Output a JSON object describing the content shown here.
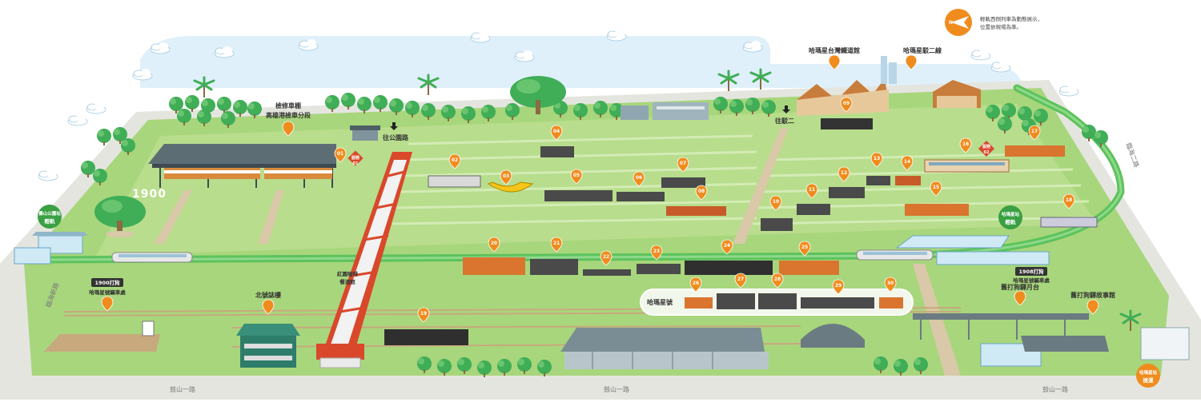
{
  "legend": {
    "compass": "N",
    "note_line1": "輕軌西側列車為動態展示，",
    "note_line2": "位置依現場為準。"
  },
  "landmarks": {
    "workshop": "檢修車棚",
    "workshop_sub": "高雄港檢車分段",
    "to_park_road": "往公園路",
    "to_pier2": "往駁二",
    "museum": "哈瑪星台灣鐵道館",
    "pier2_line": "哈瑪星駁二線",
    "year_1900": "1900",
    "north_tower": "北號誌樓",
    "cafe_line1": "紅圓咖啡",
    "cafe_line2": "餐酒館",
    "hamasen_train": "哈瑪星號",
    "hall_1900_tag": "1900打狗",
    "hall_1900": "哈瑪星號驅車處",
    "hall_1908_tag": "1908打狗",
    "hall_1908": "哈瑪星號驅車處",
    "platform": "舊打狗驛月台",
    "story_hall": "舊打狗驛故事館"
  },
  "stations": {
    "lrt_west_line1": "壽山公園站",
    "lrt_west_line2": "輕軌",
    "lrt_east_line1": "哈瑪星站",
    "lrt_east_line2": "輕軌",
    "mrt_line1": "哈瑪星站",
    "mrt_line2": "捷運"
  },
  "entrances": {
    "e1_line1": "服務",
    "e1_line2": "01",
    "e2_line1": "服務",
    "e2_line2": "02"
  },
  "roads": {
    "bottom_left": "鼓山一路",
    "bottom_mid": "鼓山一路",
    "bottom_right": "鼓山一路",
    "left_side": "臨海新路",
    "right_side": "臨海二路"
  },
  "markers": [
    "01",
    "02",
    "03",
    "04",
    "05",
    "06",
    "07",
    "08",
    "09",
    "10",
    "11",
    "12",
    "13",
    "14",
    "15",
    "16",
    "17",
    "18",
    "19",
    "20",
    "21",
    "22",
    "23",
    "24",
    "25",
    "26",
    "27",
    "28",
    "29",
    "30"
  ],
  "colors": {
    "accent": "#f08c1e",
    "grass": "#a8d67c",
    "grass_light": "#c6e6a0",
    "sky": "#dff0fa",
    "rail_green": "#5cc35c",
    "bridge": "#d9482b",
    "station_green": "#3aa043"
  }
}
